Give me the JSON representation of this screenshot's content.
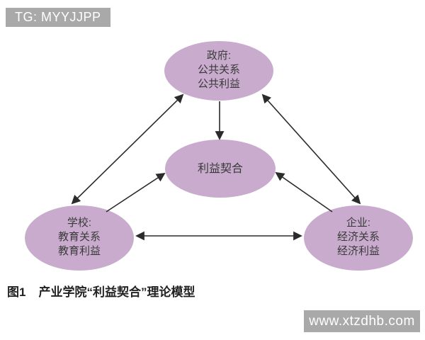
{
  "banner_top": {
    "text": "TG: MYYJJPP"
  },
  "banner_bottom": {
    "text": "www.xtzdhb.com"
  },
  "diagram": {
    "nodes": {
      "government": {
        "lines": [
          "政府:",
          "公共关系",
          "公共利益"
        ]
      },
      "fit": {
        "lines": [
          "利益契合"
        ]
      },
      "school": {
        "lines": [
          "学校:",
          "教育关系",
          "教育利益"
        ]
      },
      "enterprise": {
        "lines": [
          "企业:",
          "经济关系",
          "经济利益"
        ]
      }
    },
    "arrows": [
      {
        "from": "government",
        "to": "fit",
        "direction": "single"
      },
      {
        "from": "school",
        "to": "fit",
        "direction": "single"
      },
      {
        "from": "enterprise",
        "to": "fit",
        "direction": "single"
      },
      {
        "from": "government",
        "to": "school",
        "direction": "double"
      },
      {
        "from": "government",
        "to": "enterprise",
        "direction": "double"
      },
      {
        "from": "school",
        "to": "enterprise",
        "direction": "double"
      }
    ]
  },
  "caption": {
    "label": "图1",
    "title": "产业学院“利益契合”理论模型"
  },
  "colors": {
    "node_fill": "#c9abce",
    "node_text": "#3a3a3a",
    "arrow": "#2b2b2b",
    "banner_bg": "#a9a9a9",
    "banner_text": "#ffffff"
  }
}
